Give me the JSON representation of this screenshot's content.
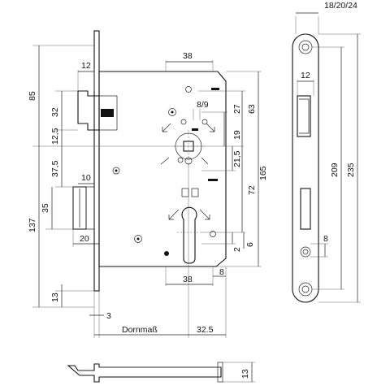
{
  "title": "",
  "dimensions": {
    "top_set": "18/20/24",
    "w38_top": "38",
    "w12_top": "12",
    "h85": "85",
    "h32": "32",
    "h8_9": "8/9",
    "h27": "27",
    "h63": "63",
    "h12_5": "12,5",
    "h19": "19",
    "h37_5": "37,5",
    "h21_5": "21,5",
    "w10": "10",
    "h165": "165",
    "h72": "72",
    "h35": "35",
    "h137": "137",
    "w20": "20",
    "h2": "2",
    "h6": "6",
    "w38_bottom": "38",
    "w8": "8",
    "h13_left": "13",
    "w3": "3",
    "label_dornmass": "Dornmaß",
    "w32_5": "32.5",
    "side_w12": "12",
    "side_h209": "209",
    "side_h235": "235",
    "side_w8": "8",
    "bottom_h13": "13"
  }
}
